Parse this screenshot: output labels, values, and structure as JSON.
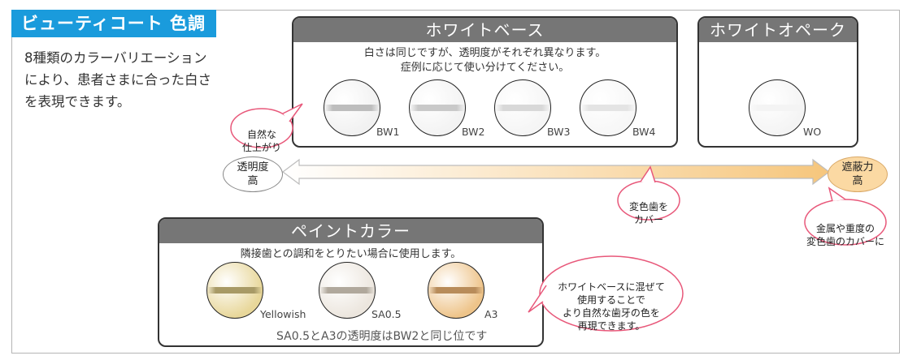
{
  "title": "ビューティコート 色調表",
  "intro": "8種類のカラーバリエーションにより、患者さまに合った白さを表現できます。",
  "white_base": {
    "heading": "ホワイトベース",
    "subtitle_1": "白さは同じですが、透明度がそれぞれ異なります。",
    "subtitle_2": "症例に応じて使い分けてください。",
    "swatches": [
      {
        "label": "BW1",
        "fill": "#f1f1f1",
        "band": "#bdbdbd"
      },
      {
        "label": "BW2",
        "fill": "#f3f3f3",
        "band": "#c9c9c9"
      },
      {
        "label": "BW3",
        "fill": "#f5f5f5",
        "band": "#d8d8d8"
      },
      {
        "label": "BW4",
        "fill": "#f7f7f7",
        "band": "#e4e4e4"
      }
    ]
  },
  "white_opaque": {
    "heading": "ホワイトオペーク",
    "swatches": [
      {
        "label": "WO",
        "fill": "#f4f4f4",
        "band": "#f4f4f4"
      }
    ]
  },
  "scale": {
    "left_label_1": "透明度",
    "left_label_2": "高",
    "right_label_1": "遮蔽力",
    "right_label_2": "高",
    "arrow_left_color": "#ffffff",
    "arrow_right_color": "#f6c67c"
  },
  "callouts": {
    "natural_1": "自然な",
    "natural_2": "仕上がり",
    "discolor_1": "変色歯を",
    "discolor_2": "カバー",
    "metal_1": "金属や重度の",
    "metal_2": "変色歯のカバーに",
    "mix_1": "ホワイトベースに混ぜて",
    "mix_2": "使用することで",
    "mix_3": "より自然な歯牙の色を",
    "mix_4": "再現できます。"
  },
  "paint": {
    "heading": "ペイントカラー",
    "subtitle": "隣接歯との調和をとりたい場合に使用します。",
    "note": "SA0.5とA3の透明度はBW2と同じ位です",
    "swatches": [
      {
        "label": "Yellowish",
        "fill": "#e8d79a",
        "band": "#a89a66"
      },
      {
        "label": "SA0.5",
        "fill": "#ece6de",
        "band": "#b0a89c"
      },
      {
        "label": "A3",
        "fill": "#eec48a",
        "band": "#b88c5a"
      }
    ]
  },
  "colors": {
    "title_blue": "#1a9bdc",
    "panel_header": "#767676",
    "callout_pink": "#e8587a"
  }
}
